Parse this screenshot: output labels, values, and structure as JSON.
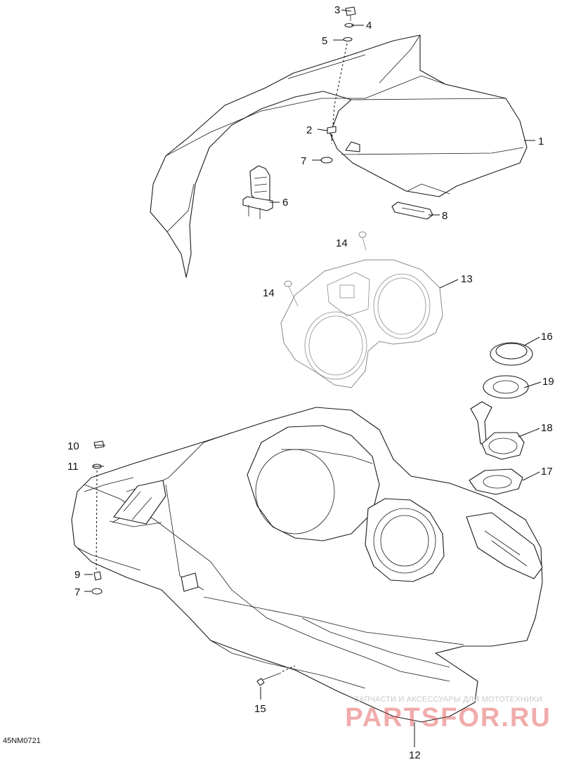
{
  "diagram": {
    "reference_code": "45NM0721",
    "callouts": [
      {
        "id": "c1",
        "label": "1"
      },
      {
        "id": "c2",
        "label": "2"
      },
      {
        "id": "c3",
        "label": "3"
      },
      {
        "id": "c4",
        "label": "4"
      },
      {
        "id": "c5",
        "label": "5"
      },
      {
        "id": "c6",
        "label": "6"
      },
      {
        "id": "c7a",
        "label": "7"
      },
      {
        "id": "c8",
        "label": "8"
      },
      {
        "id": "c13",
        "label": "13"
      },
      {
        "id": "c14a",
        "label": "14"
      },
      {
        "id": "c14b",
        "label": "14"
      },
      {
        "id": "c16",
        "label": "16"
      },
      {
        "id": "c19",
        "label": "19"
      },
      {
        "id": "c18",
        "label": "18"
      },
      {
        "id": "c17",
        "label": "17"
      },
      {
        "id": "c10",
        "label": "10"
      },
      {
        "id": "c11",
        "label": "11"
      },
      {
        "id": "c9",
        "label": "9"
      },
      {
        "id": "c7b",
        "label": "7"
      },
      {
        "id": "c15",
        "label": "15"
      },
      {
        "id": "c12",
        "label": "12"
      }
    ]
  },
  "watermark": {
    "tagline": "ЗАПЧАСТИ И АКСЕССУАРЫ ДЛЯ МОТОТЕХНИКИ",
    "brand": "PARTSFOR.RU",
    "color": "#e04646"
  }
}
